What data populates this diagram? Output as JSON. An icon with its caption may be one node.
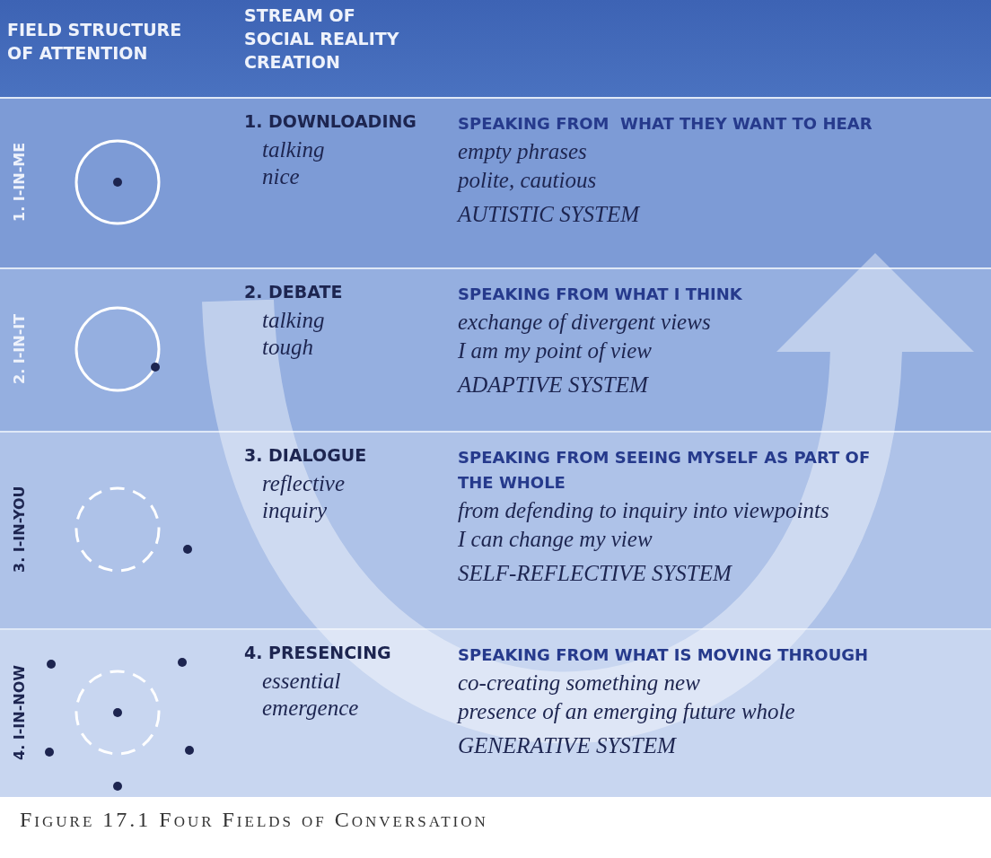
{
  "diagram": {
    "caption": "Figure 17.1 Four Fields of Conversation",
    "labels": [
      "FIELD STRUCTURE OF ATTENTION",
      "STREAM OF SOCIAL REALITY CREATION",
      "1. I-IN-ME",
      "1. DOWNLOADING",
      "talking nice",
      "SPEAKING FROM  WHAT THEY WANT TO HEAR",
      "empty phrases",
      "polite, cautious",
      "AUTISTIC SYSTEM",
      "2. I-IN-IT",
      "2. DEBATE",
      "talking tough",
      "SPEAKING FROM WHAT I THINK",
      "exchange of divergent views",
      "I am my point of view",
      "ADAPTIVE SYSTEM",
      "3. I-IN-YOU",
      "3. DIALOGUE",
      "reflective inquiry",
      "SPEAKING FROM SEEING MYSELF AS PART OF THE WHOLE",
      "from defending to inquiry into viewpoints",
      "I can change my view",
      "SELF-REFLECTIVE SYSTEM",
      "4. I-IN-NOW",
      "4. PRESENCING",
      "essential emergence",
      "SPEAKING FROM WHAT IS MOVING THROUGH",
      "co-creating something new",
      "presence of an emerging future whole",
      "GENERATIVE SYSTEM"
    ]
  }
}
